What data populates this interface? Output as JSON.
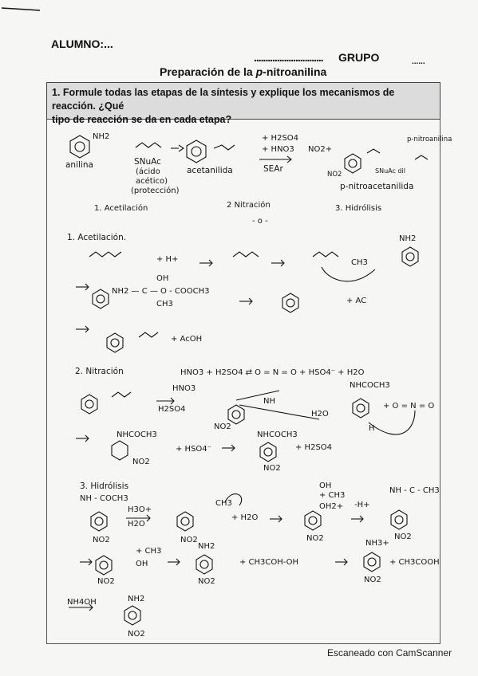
{
  "header": {
    "alumno": "ALUMNO:...",
    "grupo_dots": "..............................",
    "grupo": "GRUPO",
    "grupo_trailing": "......"
  },
  "title": {
    "prefix": "Preparación de la ",
    "italic": "p",
    "suffix": "-nitroanilina"
  },
  "question": {
    "line1": "1. Formule todas las etapas de la síntesis y explique los mecanismos de reacción. ¿Qué",
    "line2": "tipo de reacción se da en cada etapa?"
  },
  "overview": {
    "nh2": "NH2",
    "anilina": "anilina",
    "snuac": "SNuAc",
    "acido1": "(ácido",
    "acido2": "acético)",
    "proteccion": "(protección)",
    "acetanilida": "acetanilida",
    "h2so4": "+ H2SO4",
    "hno3": "+ HNO3",
    "no2p": "NO2+",
    "sear": "SEAr",
    "pnitroanilina": "p-nitroanilina",
    "snuac_dil": "SNuAc dil",
    "no2": "NO2",
    "pnitroacetanilida": "p-nitroacetanilida",
    "step1": "1. Acetilación",
    "step2": "2 Nitración",
    "step3": "3. Hidrólisis",
    "sep": "- o -"
  },
  "acetilacion": {
    "heading": "1. Acetilación.",
    "plus_h": "+ H+",
    "ch3": "CH3",
    "nh2": "NH2",
    "oh": "OH",
    "nh2_chain": "NH2 — C — O - COOCH3",
    "ch3_2": "CH3",
    "ac": "+ AC",
    "acoh": "+ AcOH"
  },
  "nitracion": {
    "heading": "2. Nitración",
    "eq": "HNO3 + H2SO4 ⇄ O = N = O + HSO4⁻ + H2O",
    "hno3": "HNO3",
    "h2so4": "H2SO4",
    "nh": "NH",
    "ho": "H2O",
    "nhcoch3": "NHCOCH3",
    "o_n_o": "+ O = N = O",
    "h": "H",
    "no2": "NO2",
    "hso4": "+ HSO4⁻",
    "h2so4_2": "+ H2SO4"
  },
  "hidrolisis": {
    "heading": "3. Hidrólisis",
    "nh_coch3": "NH - COCH3",
    "h3o": "H3O+",
    "h2o": "H2O",
    "ch3": "CH3",
    "h2o_2": "+ H2O",
    "oh": "OH",
    "ch3_2": "+ CH3",
    "oh2": "OH2+",
    "minus_h": "-H+",
    "nh_c_ch3": "NH - C - CH3",
    "no2": "NO2",
    "ch3cooh": "+ CH3COH-OH",
    "ch3cooh2": "+ CH3COOH",
    "nh2": "NH2",
    "nh3": "NH3+",
    "nh4oh": "NH4OH"
  },
  "footer": {
    "scanned": "Escaneado con CamScanner"
  }
}
